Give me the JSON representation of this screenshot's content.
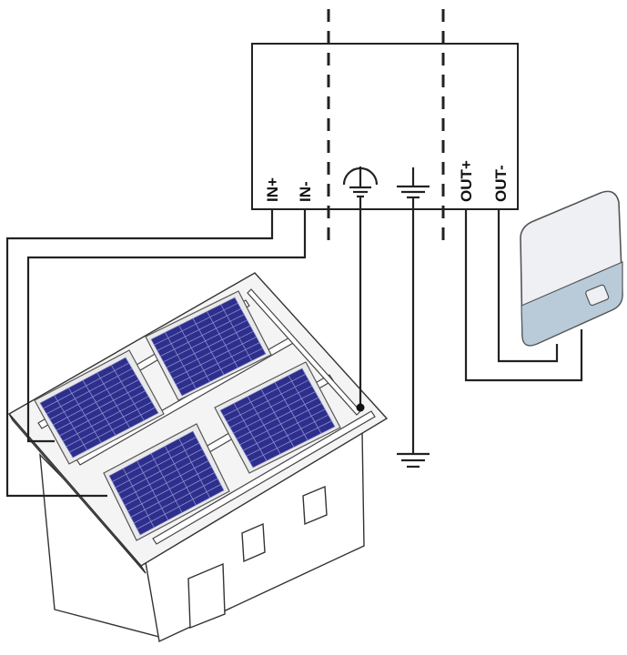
{
  "terminals": {
    "in_plus": "IN+",
    "in_minus": "IN-",
    "out_plus": "OUT+",
    "out_minus": "OUT-"
  },
  "colors": {
    "panel_cell": "#2e2f8c",
    "panel_grid": "#8a8fd0",
    "inverter_body": "#eef0f3",
    "inverter_base": "#b9cbd8",
    "wire": "#222222"
  },
  "icons": {
    "protective_earth": "protective-earth-icon",
    "ground": "ground-icon"
  }
}
